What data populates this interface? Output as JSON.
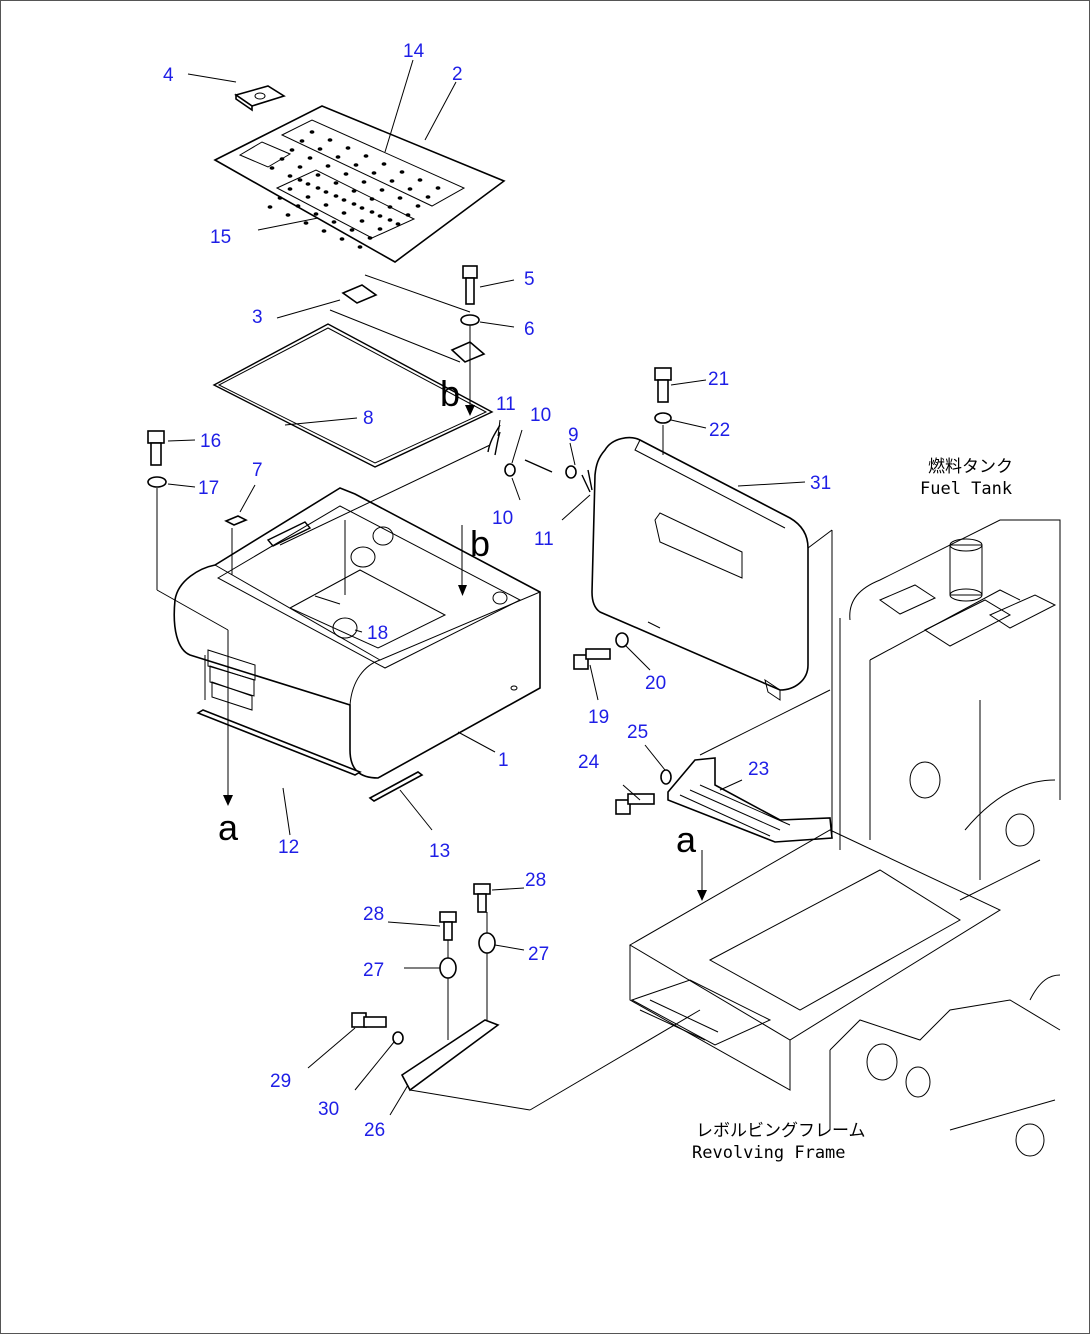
{
  "callouts": {
    "c1": "1",
    "c2": "2",
    "c3": "3",
    "c4": "4",
    "c5": "5",
    "c6": "6",
    "c7": "7",
    "c8": "8",
    "c9": "9",
    "c10a": "10",
    "c10b": "10",
    "c11a": "11",
    "c11b": "11",
    "c12": "12",
    "c13": "13",
    "c14": "14",
    "c15": "15",
    "c16": "16",
    "c17": "17",
    "c18": "18",
    "c19": "19",
    "c20": "20",
    "c21": "21",
    "c22": "22",
    "c23": "23",
    "c24": "24",
    "c25": "25",
    "c26": "26",
    "c27a": "27",
    "c27b": "27",
    "c28a": "28",
    "c28b": "28",
    "c29": "29",
    "c30": "30",
    "c31": "31"
  },
  "labels": {
    "fuel_tank_jp": "燃料タンク",
    "fuel_tank_en": "Fuel Tank",
    "revolving_frame_jp": "レボルビングフレーム",
    "revolving_frame_en": "Revolving Frame"
  },
  "reference_marks": {
    "a_left": "a",
    "a_right": "a",
    "b_top": "b",
    "b_box": "b"
  },
  "colors": {
    "callout": "#1e1ee6",
    "line": "#000000"
  }
}
